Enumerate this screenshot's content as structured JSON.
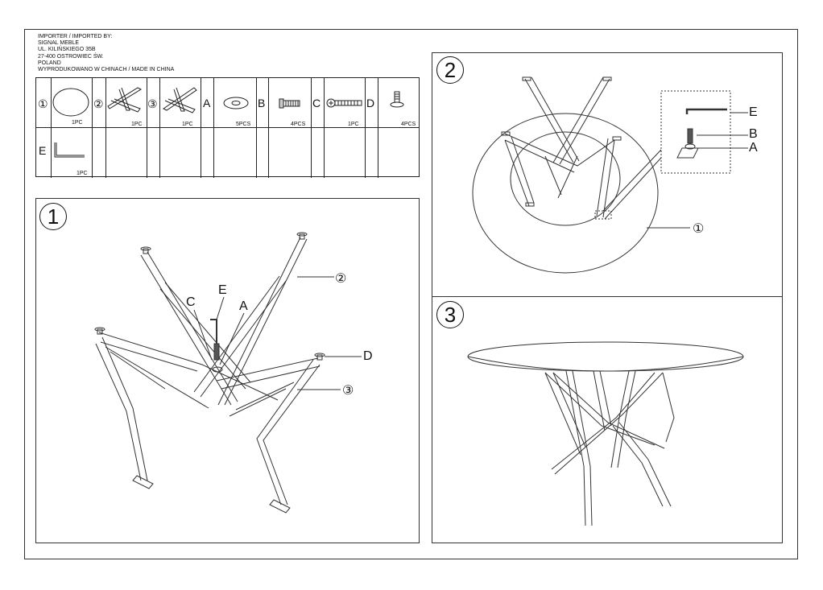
{
  "importer": {
    "lines": [
      "IMPORTER / IMPORTED BY:",
      "SIGNAL MEBLE",
      "UL. KILIŃSKIEGO 35B",
      "27-400 OSTROWIEC ŚW.",
      "POLAND",
      "WYPRODUKOWANO W CHINACH / MADE IN CHINA"
    ]
  },
  "parts": [
    {
      "id": "①",
      "qty": "1PC",
      "icon": "tabletop-icon"
    },
    {
      "id": "②",
      "qty": "1PC",
      "icon": "leg-frame-icon"
    },
    {
      "id": "③",
      "qty": "1PC",
      "icon": "leg-frame-icon"
    },
    {
      "id": "A",
      "qty": "5PCS",
      "icon": "washer-icon"
    },
    {
      "id": "B",
      "qty": "4PCS",
      "icon": "bolt-icon"
    },
    {
      "id": "C",
      "qty": "1PC",
      "icon": "long-bolt-icon"
    },
    {
      "id": "D",
      "qty": "4PCS",
      "icon": "leveling-foot-icon"
    },
    {
      "id": "E",
      "qty": "1PC",
      "icon": "allen-key-icon"
    }
  ],
  "steps": [
    {
      "number": "1",
      "callouts": {
        "e": "E",
        "c": "C",
        "a": "A",
        "d": "D",
        "p2": "②",
        "p3": "③"
      }
    },
    {
      "number": "2",
      "callouts": {
        "e": "E",
        "b": "B",
        "a": "A",
        "p1": "①"
      }
    },
    {
      "number": "3"
    }
  ]
}
